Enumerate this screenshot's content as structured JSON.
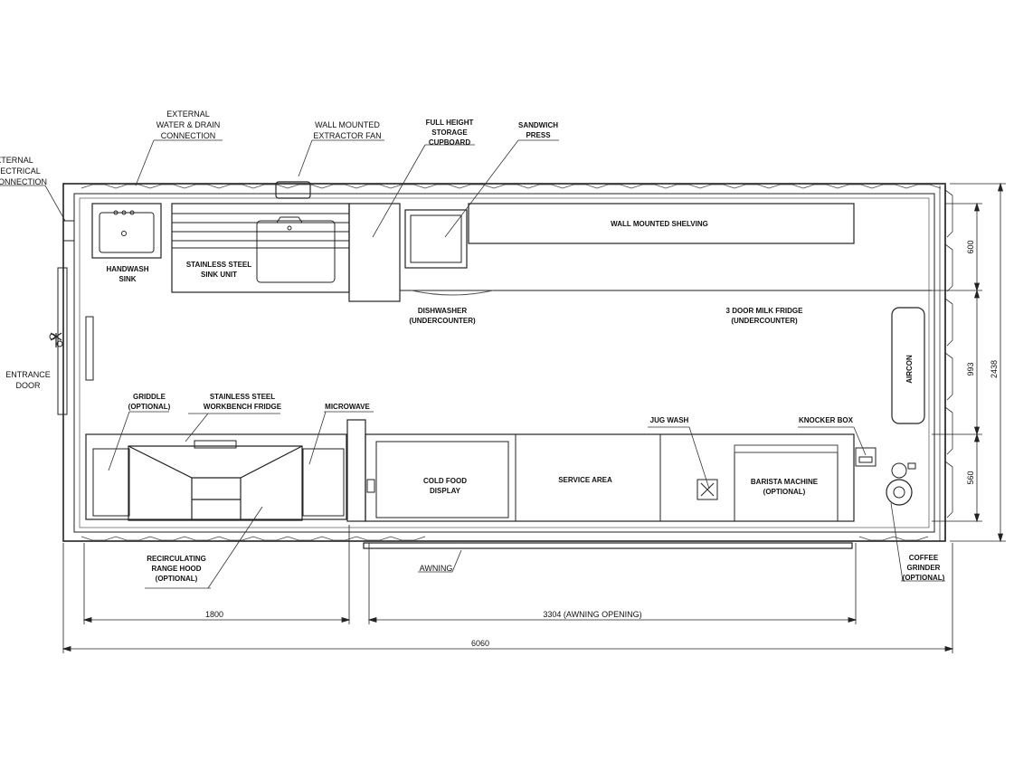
{
  "labels": {
    "external_water_1": "EXTERNAL",
    "external_water_2": "WATER & DRAIN",
    "external_water_3": "CONNECTION",
    "wall_fan_1": "WALL MOUNTED",
    "wall_fan_2": "EXTRACTOR FAN",
    "storage_1": "FULL HEIGHT",
    "storage_2": "STORAGE",
    "storage_3": "CUPBOARD",
    "sandwich_1": "SANDWICH",
    "sandwich_2": "PRESS",
    "ext_elec_1": "XTERNAL",
    "ext_elec_2": "LECTRICAL",
    "ext_elec_3": "ONNECTION",
    "handwash_1": "HANDWASH",
    "handwash_2": "SINK",
    "ss_sink_1": "STAINLESS STEEL",
    "ss_sink_2": "SINK UNIT",
    "shelving": "WALL MOUNTED SHELVING",
    "dishwasher_1": "DISHWASHER",
    "dishwasher_2": "(UNDERCOUNTER)",
    "milk_fridge_1": "3 DOOR MILK FRIDGE",
    "milk_fridge_2": "(UNDERCOUNTER)",
    "aircon": "AIRCON",
    "entrance_1": "ENTRANCE",
    "entrance_2": "DOOR",
    "griddle_1": "GRIDDLE",
    "griddle_2": "(OPTIONAL)",
    "workbench_1": "STAINLESS STEEL",
    "workbench_2": "WORKBENCH  FRIDGE",
    "microwave": "MICROWAVE",
    "jug_wash": "JUG WASH",
    "knocker_box": "KNOCKER BOX",
    "cold_food_1": "COLD FOOD",
    "cold_food_2": "DISPLAY",
    "service_area": "SERVICE AREA",
    "barista_1": "BARISTA MACHINE",
    "barista_2": "(OPTIONAL)",
    "range_hood_1": "RECIRCULATING",
    "range_hood_2": "RANGE HOOD",
    "range_hood_3": "(OPTIONAL)",
    "awning": "AWNING",
    "grinder_1": "COFFEE",
    "grinder_2": "GRINDER",
    "grinder_3": "(OPTIONAL)"
  },
  "dimensions": {
    "d1800": "1800",
    "d3304": "3304 (AWNING OPENING)",
    "d6060": "6060",
    "d600": "600",
    "d993": "993",
    "d560": "560",
    "d2438": "2438"
  }
}
